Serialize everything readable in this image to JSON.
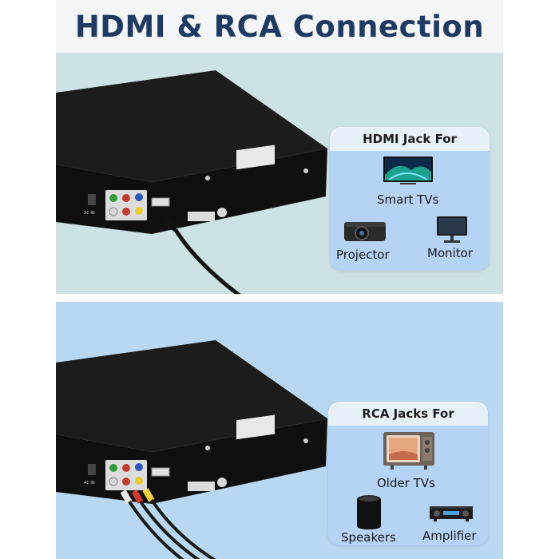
{
  "title": "HDMI & RCA Connection",
  "hdmi_card": {
    "header": "HDMI Jack For",
    "devices": [
      {
        "label": "Smart TVs",
        "icon": "smart-tv-icon"
      },
      {
        "label": "Projector",
        "icon": "projector-icon"
      },
      {
        "label": "Monitor",
        "icon": "monitor-icon"
      }
    ]
  },
  "rca_card": {
    "header": "RCA Jacks For",
    "devices": [
      {
        "label": "Older TVs",
        "icon": "old-tv-icon"
      },
      {
        "label": "Speakers",
        "icon": "speaker-icon"
      },
      {
        "label": "Amplifier",
        "icon": "amplifier-icon"
      }
    ]
  },
  "device_panel_label": "AC IN"
}
